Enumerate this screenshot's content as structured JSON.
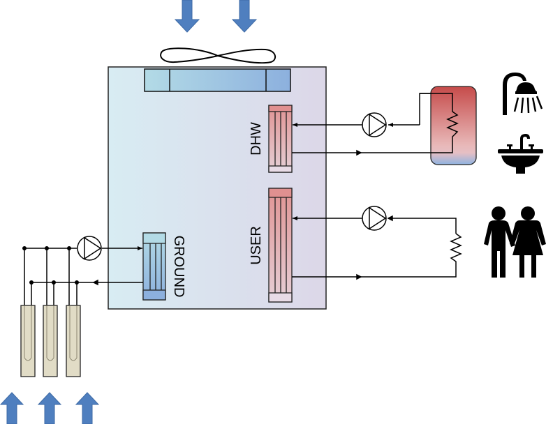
{
  "labels": {
    "dhw": "DHW",
    "user": "USER",
    "ground": "GROUND"
  },
  "icons": [
    "air-inflow-arrow",
    "fan",
    "air-coil",
    "pump",
    "storage-tank",
    "heating-element",
    "shower",
    "sink",
    "people",
    "borehole",
    "ground-heat-arrow",
    "radiator-load"
  ],
  "colors": {
    "arrow": "#4f7fbf",
    "box_left": "#d8ecf3",
    "box_right": "#dcd7e8",
    "hot": "#c64b4a",
    "cold": "#8fb3e0",
    "borehole": "#e1dcc6"
  }
}
